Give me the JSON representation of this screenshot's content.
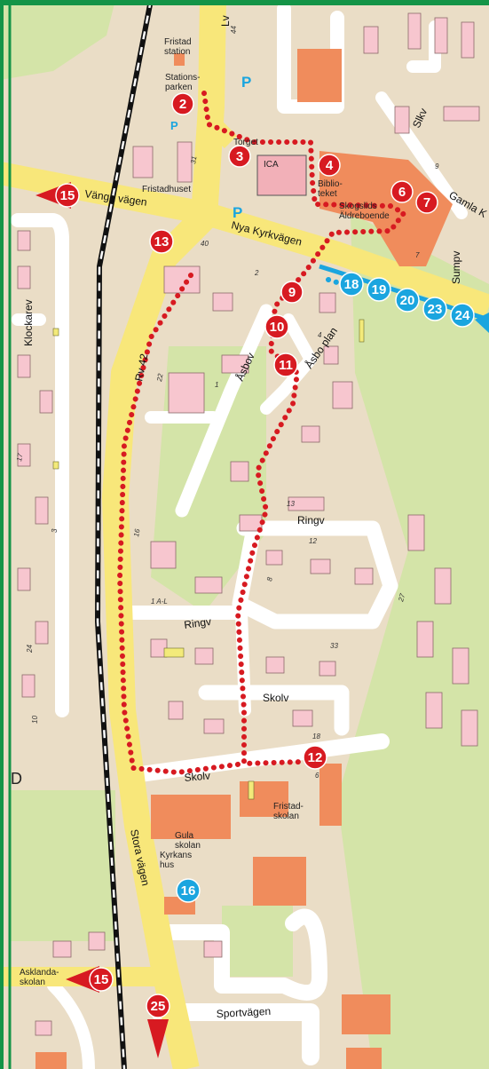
{
  "map": {
    "colors": {
      "frame": "#149447",
      "land": "#eaddc6",
      "green": "#d4e4a8",
      "road": "#ffffff",
      "main_road": "#f8e77a",
      "building": "#f7c6cf",
      "public_building": "#f08c5c",
      "red_marker": "#d71a21",
      "blue_marker": "#1aa5df",
      "route_dot": "#d71a21",
      "route_blue": "#1aa5df"
    },
    "places": {
      "fristad_station": "Fristad\nstation",
      "stationsparken": "Stations-\nparken",
      "torget": "Torget",
      "ica": "ICA",
      "biblioteket": "Biblio-\nteket",
      "skogslids": "Skogslids\nÄldreboende",
      "fristadhuset": "Fristadhuset",
      "fristadskolan": "Fristad-\nskolan",
      "gula_skolan": "Gula\nskolan",
      "kyrkans_hus": "Kyrkans\nhus",
      "asklandaskolan": "Asklanda-\nskolan",
      "parking": "P",
      "edge_letter": "D"
    },
    "roads": {
      "lv": "Lv",
      "slkv": "Slkv",
      "gamla_k": "Gamla K",
      "vanga_vagen": "Vänga vägen",
      "nya_kyrkvagen": "Nya Kyrkvägen",
      "klockarev": "Klockarev",
      "rv42": "Rv 42",
      "asbov": "Åsbov",
      "asbo_plan": "Åsbo plan",
      "sumpv": "Sumpv",
      "ringv_east": "Ringv",
      "ringv_west": "Ringv",
      "skolv_north": "Skolv",
      "skolv_south": "Skolv",
      "stora_vagen": "Stora vägen",
      "sportvagen": "Sportvägen"
    },
    "house_numbers": {
      "n44": "44",
      "n31": "31",
      "n9": "9",
      "n7": "7",
      "n40": "40",
      "n2": "2",
      "n22": "22",
      "n1": "1",
      "n16": "16",
      "n17": "17",
      "n3": "3",
      "n4": "4",
      "n13": "13",
      "n12": "12",
      "n8": "8",
      "n33": "33",
      "n1al": "1 A-L",
      "n18": "18",
      "n6": "6",
      "n27": "27",
      "n24": "24",
      "n10": "10"
    },
    "red_markers": {
      "m2": "2",
      "m3": "3",
      "m4": "4",
      "m6": "6",
      "m7": "7",
      "m9": "9",
      "m10": "10",
      "m11": "11",
      "m12": "12",
      "m13": "13",
      "m15a": "15",
      "m15b": "15",
      "m25": "25"
    },
    "blue_markers": {
      "m16": "16",
      "m18": "18",
      "m19": "19",
      "m20": "20",
      "m23": "23",
      "m24": "24"
    }
  }
}
